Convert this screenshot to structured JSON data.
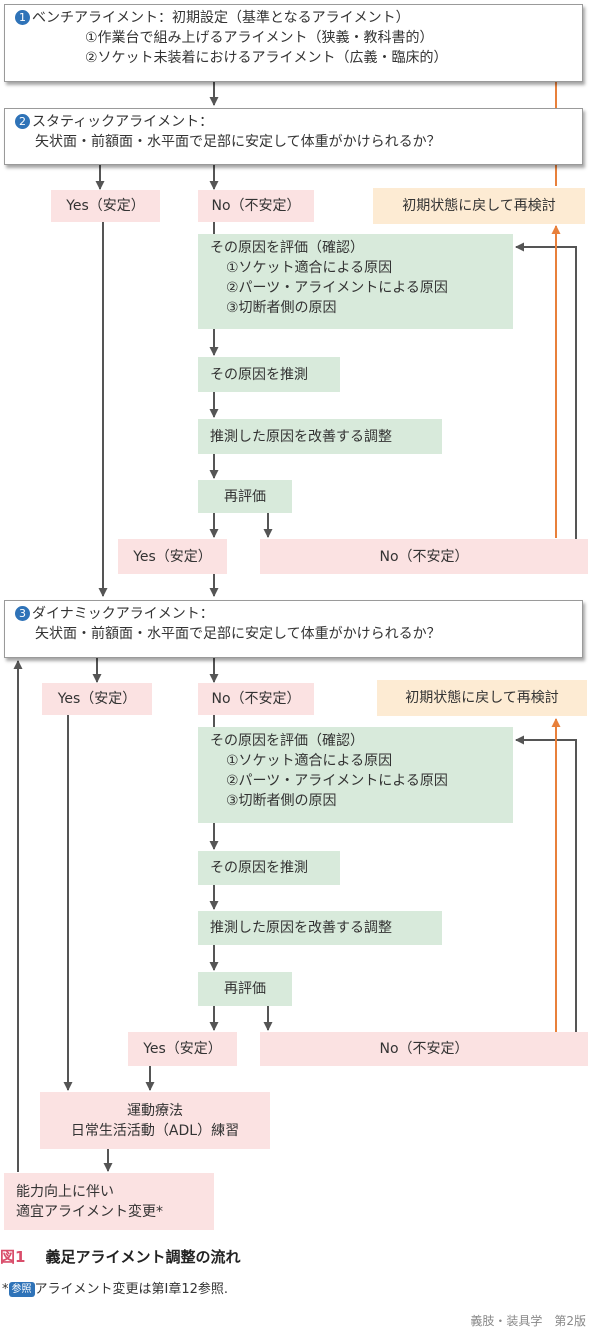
{
  "colors": {
    "arrow_gray": "#555555",
    "arrow_orange": "#e8803b",
    "number_badge": "#2f73b8",
    "pink_box": "#fbe2e2",
    "green_box": "#d8eadb",
    "peach_box": "#fdebd3",
    "figure_label": "#d94d6a"
  },
  "bench": {
    "num": "1",
    "title": "ベンチアライメント：初期設定（基準となるアライメント）",
    "item1": "①作業台で組み上げるアライメント（狭義・教科書的）",
    "item2": "②ソケット未装着におけるアライメント（広義・臨床的）"
  },
  "static": {
    "num": "2",
    "title": "スタティックアライメント：",
    "question": "矢状面・前額面・水平面で足部に安定して体重がかけられるか？",
    "yes": "Yes（安定）",
    "no": "No（不安定）",
    "retry": "初期状態に戻して再検討",
    "eval": {
      "title": "その原因を評価（確認）",
      "c1": "①ソケット適合による原因",
      "c2": "②パーツ・アライメントによる原因",
      "c3": "③切断者側の原因"
    },
    "guess": "その原因を推測",
    "adjust": "推測した原因を改善する調整",
    "reeval": "再評価",
    "yes2": "Yes（安定）",
    "no2": "No（不安定）"
  },
  "dynamic": {
    "num": "3",
    "title": "ダイナミックアライメント：",
    "question": "矢状面・前額面・水平面で足部に安定して体重がかけられるか？",
    "yes": "Yes（安定）",
    "no": "No（不安定）",
    "retry": "初期状態に戻して再検討",
    "eval": {
      "title": "その原因を評価（確認）",
      "c1": "①ソケット適合による原因",
      "c2": "②パーツ・アライメントによる原因",
      "c3": "③切断者側の原因"
    },
    "guess": "その原因を推測",
    "adjust": "推測した原因を改善する調整",
    "reeval": "再評価",
    "yes2": "Yes（安定）",
    "no2": "No（不安定）"
  },
  "therapy": {
    "line1": "運動療法",
    "line2": "日常生活活動（ADL）練習"
  },
  "ability": {
    "line1": "能力向上に伴い",
    "line2": "適宜アライメント変更*"
  },
  "caption": {
    "label": "図1",
    "title": "義足アライメント調整の流れ"
  },
  "footnote": {
    "star": "*",
    "ref": "参照",
    "text": "アライメント変更は第Ⅰ章12参照."
  },
  "credit": "義肢・装具学　第2版"
}
